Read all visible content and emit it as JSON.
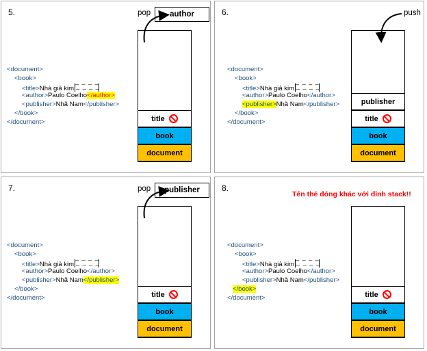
{
  "colors": {
    "tag": "#1f4e79",
    "highlight": "#ffff00",
    "book": "#00b0f0",
    "document": "#ffc000",
    "error": "#ff0000"
  },
  "xml": {
    "document_open": "<document>",
    "book_open": "<book>",
    "title_open": "<title>",
    "title_text": "Nhà giả kim",
    "dashes": "_ _ _ _",
    "author_open": "<author>",
    "author_text": "Paulo Coelho",
    "author_close": "</author>",
    "publisher_open": "<publisher>",
    "publisher_text": "Nhã Nam",
    "publisher_close": "</publisher>",
    "book_close": "</book>",
    "document_close": "</document>"
  },
  "stack_labels": {
    "title": "title",
    "book": "book",
    "document": "document",
    "publisher": "publisher"
  },
  "ops": {
    "pop": "pop",
    "push": "push"
  },
  "panels": [
    {
      "number": "5.",
      "popped": "author"
    },
    {
      "number": "6."
    },
    {
      "number": "7.",
      "popped": "publisher"
    },
    {
      "number": "8.",
      "error": "Tên thẻ đóng khác với đỉnh stack!!"
    }
  ],
  "icons": {
    "forbid": "no-entry-icon",
    "arrow": "curved-arrow-icon"
  }
}
